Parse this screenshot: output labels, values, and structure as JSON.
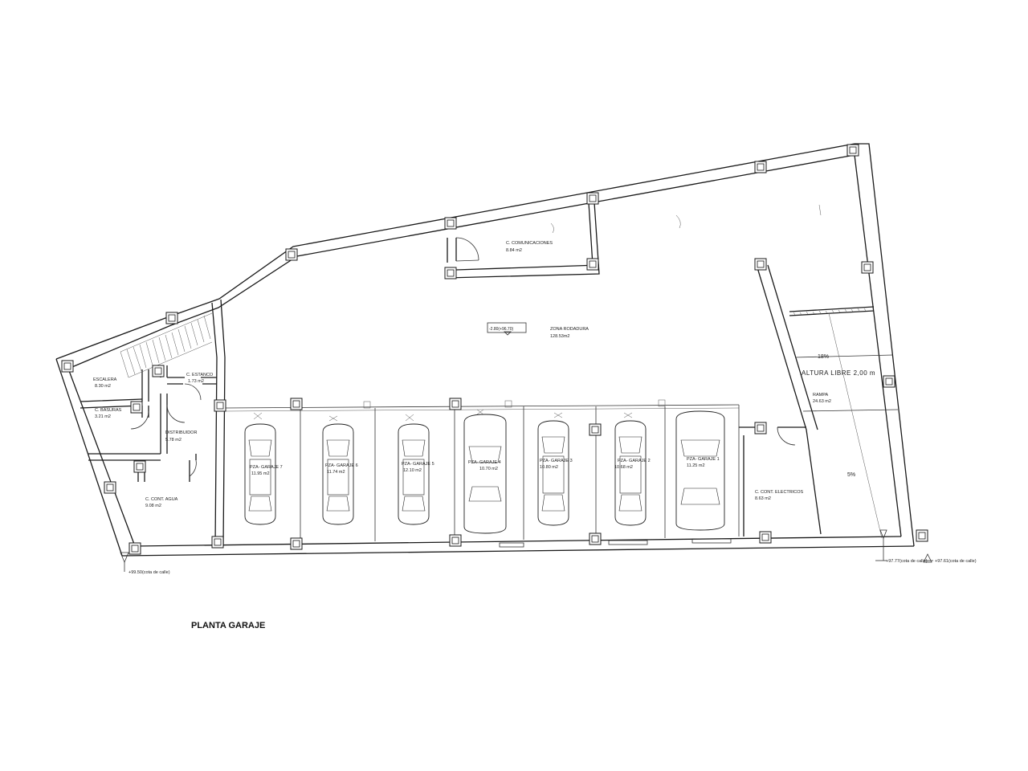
{
  "title": "PLANTA GARAJE",
  "rooms": {
    "comunicaciones": {
      "name": "C. COMUNICACIONES",
      "area": "8.84  m2"
    },
    "rodadura": {
      "name": "ZONA RODADURA",
      "area": "128.53m2"
    },
    "level_mark": "-2.80(+96.70)",
    "escalera": {
      "name": "ESCALERA",
      "area": "8.30  m2"
    },
    "estanco": {
      "name": "C. ESTANCO",
      "area": "1.73  m2"
    },
    "basuras": {
      "name": "C. BASURAS",
      "area": "3.21  m2"
    },
    "distribuidor": {
      "name": "DISTRIBUIDOR",
      "area": "5.78  m2"
    },
    "agua": {
      "name": "C. CONT. AGUA",
      "area": "9.08  m2"
    },
    "electricos": {
      "name": "C. CONT. ELECTRICOS",
      "area": "8.63  m2"
    },
    "rampa": {
      "name": "RAMPA",
      "area": "24.63  m2"
    }
  },
  "ramp": {
    "slope_upper": "18%",
    "slope_lower": "5%",
    "clearance": "ALTURA  LIBRE  2,00  m"
  },
  "garages": [
    {
      "name": "PZA- GARAJE 7",
      "area": "11.95  m2"
    },
    {
      "name": "PZA- GARAJE 6",
      "area": "11.74  m2"
    },
    {
      "name": "PZA- GARAJE 5",
      "area": "12.10  m2"
    },
    {
      "name": "PZA- GARAJE 4",
      "area": "10.70  m2"
    },
    {
      "name": "PZA- GARAJE 3",
      "area": "10.80  m2"
    },
    {
      "name": "PZA- GARAJE 2",
      "area": "10.68  m2"
    },
    {
      "name": "PZA- GARAJE 1",
      "area": "11.25  m2"
    }
  ],
  "street_levels": {
    "left": "+99.50(cota de calle)",
    "right1": "+97.77(cota de calle)",
    "right2": "+97.61(cota de calle)"
  }
}
